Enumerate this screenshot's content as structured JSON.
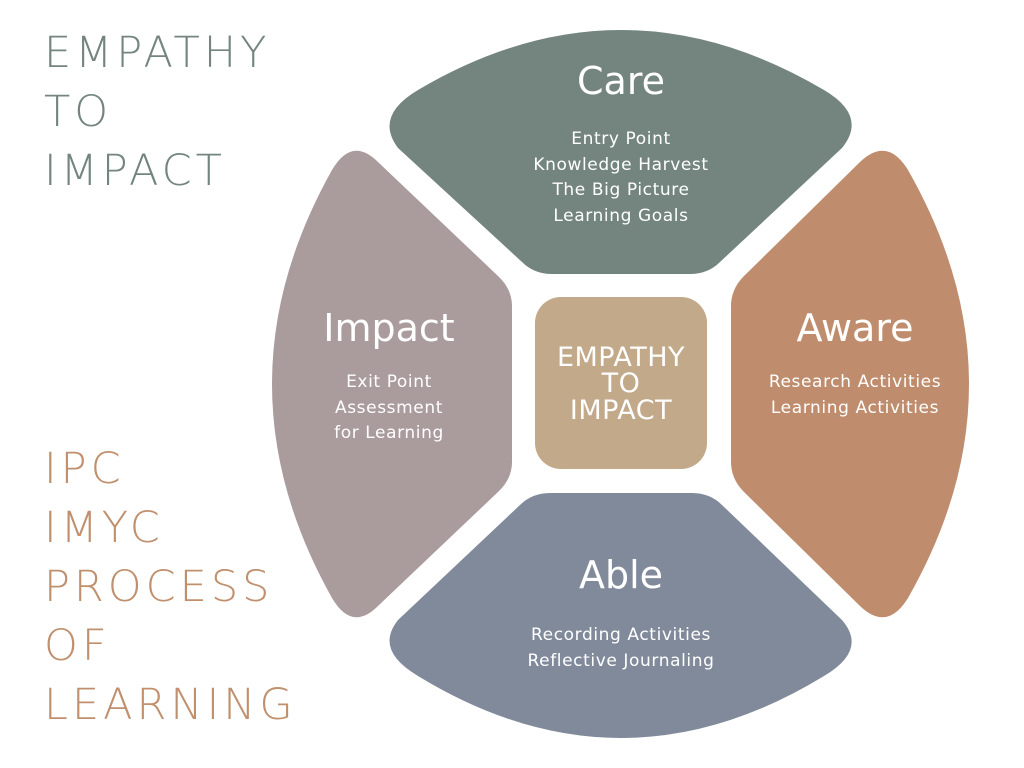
{
  "left_title": {
    "lines": [
      "EMPATHY",
      "TO",
      "IMPACT"
    ],
    "color": "#748580"
  },
  "bottom_title": {
    "lines": [
      "IPC",
      "IMYC",
      "PROCESS",
      "OF",
      "LEARNING"
    ],
    "color": "#C0906E"
  },
  "center": {
    "lines": [
      "EMPATHY",
      "TO",
      "IMPACT"
    ],
    "color": "#C1A98A"
  },
  "segments": {
    "care": {
      "title": "Care",
      "items": [
        "Entry Point",
        "Knowledge Harvest",
        "The Big Picture",
        "Learning Goals"
      ],
      "color": "#748580"
    },
    "aware": {
      "title": "Aware",
      "items": [
        "Research Activities",
        "Learning Activities"
      ],
      "color": "#BF8D6D"
    },
    "able": {
      "title": "Able",
      "items": [
        "Recording Activities",
        "Reflective Journaling"
      ],
      "color": "#818A9B"
    },
    "impact": {
      "title": "Impact",
      "items": [
        "Exit Point",
        "Assessment",
        "for Learning"
      ],
      "color": "#AA9B9D"
    }
  }
}
